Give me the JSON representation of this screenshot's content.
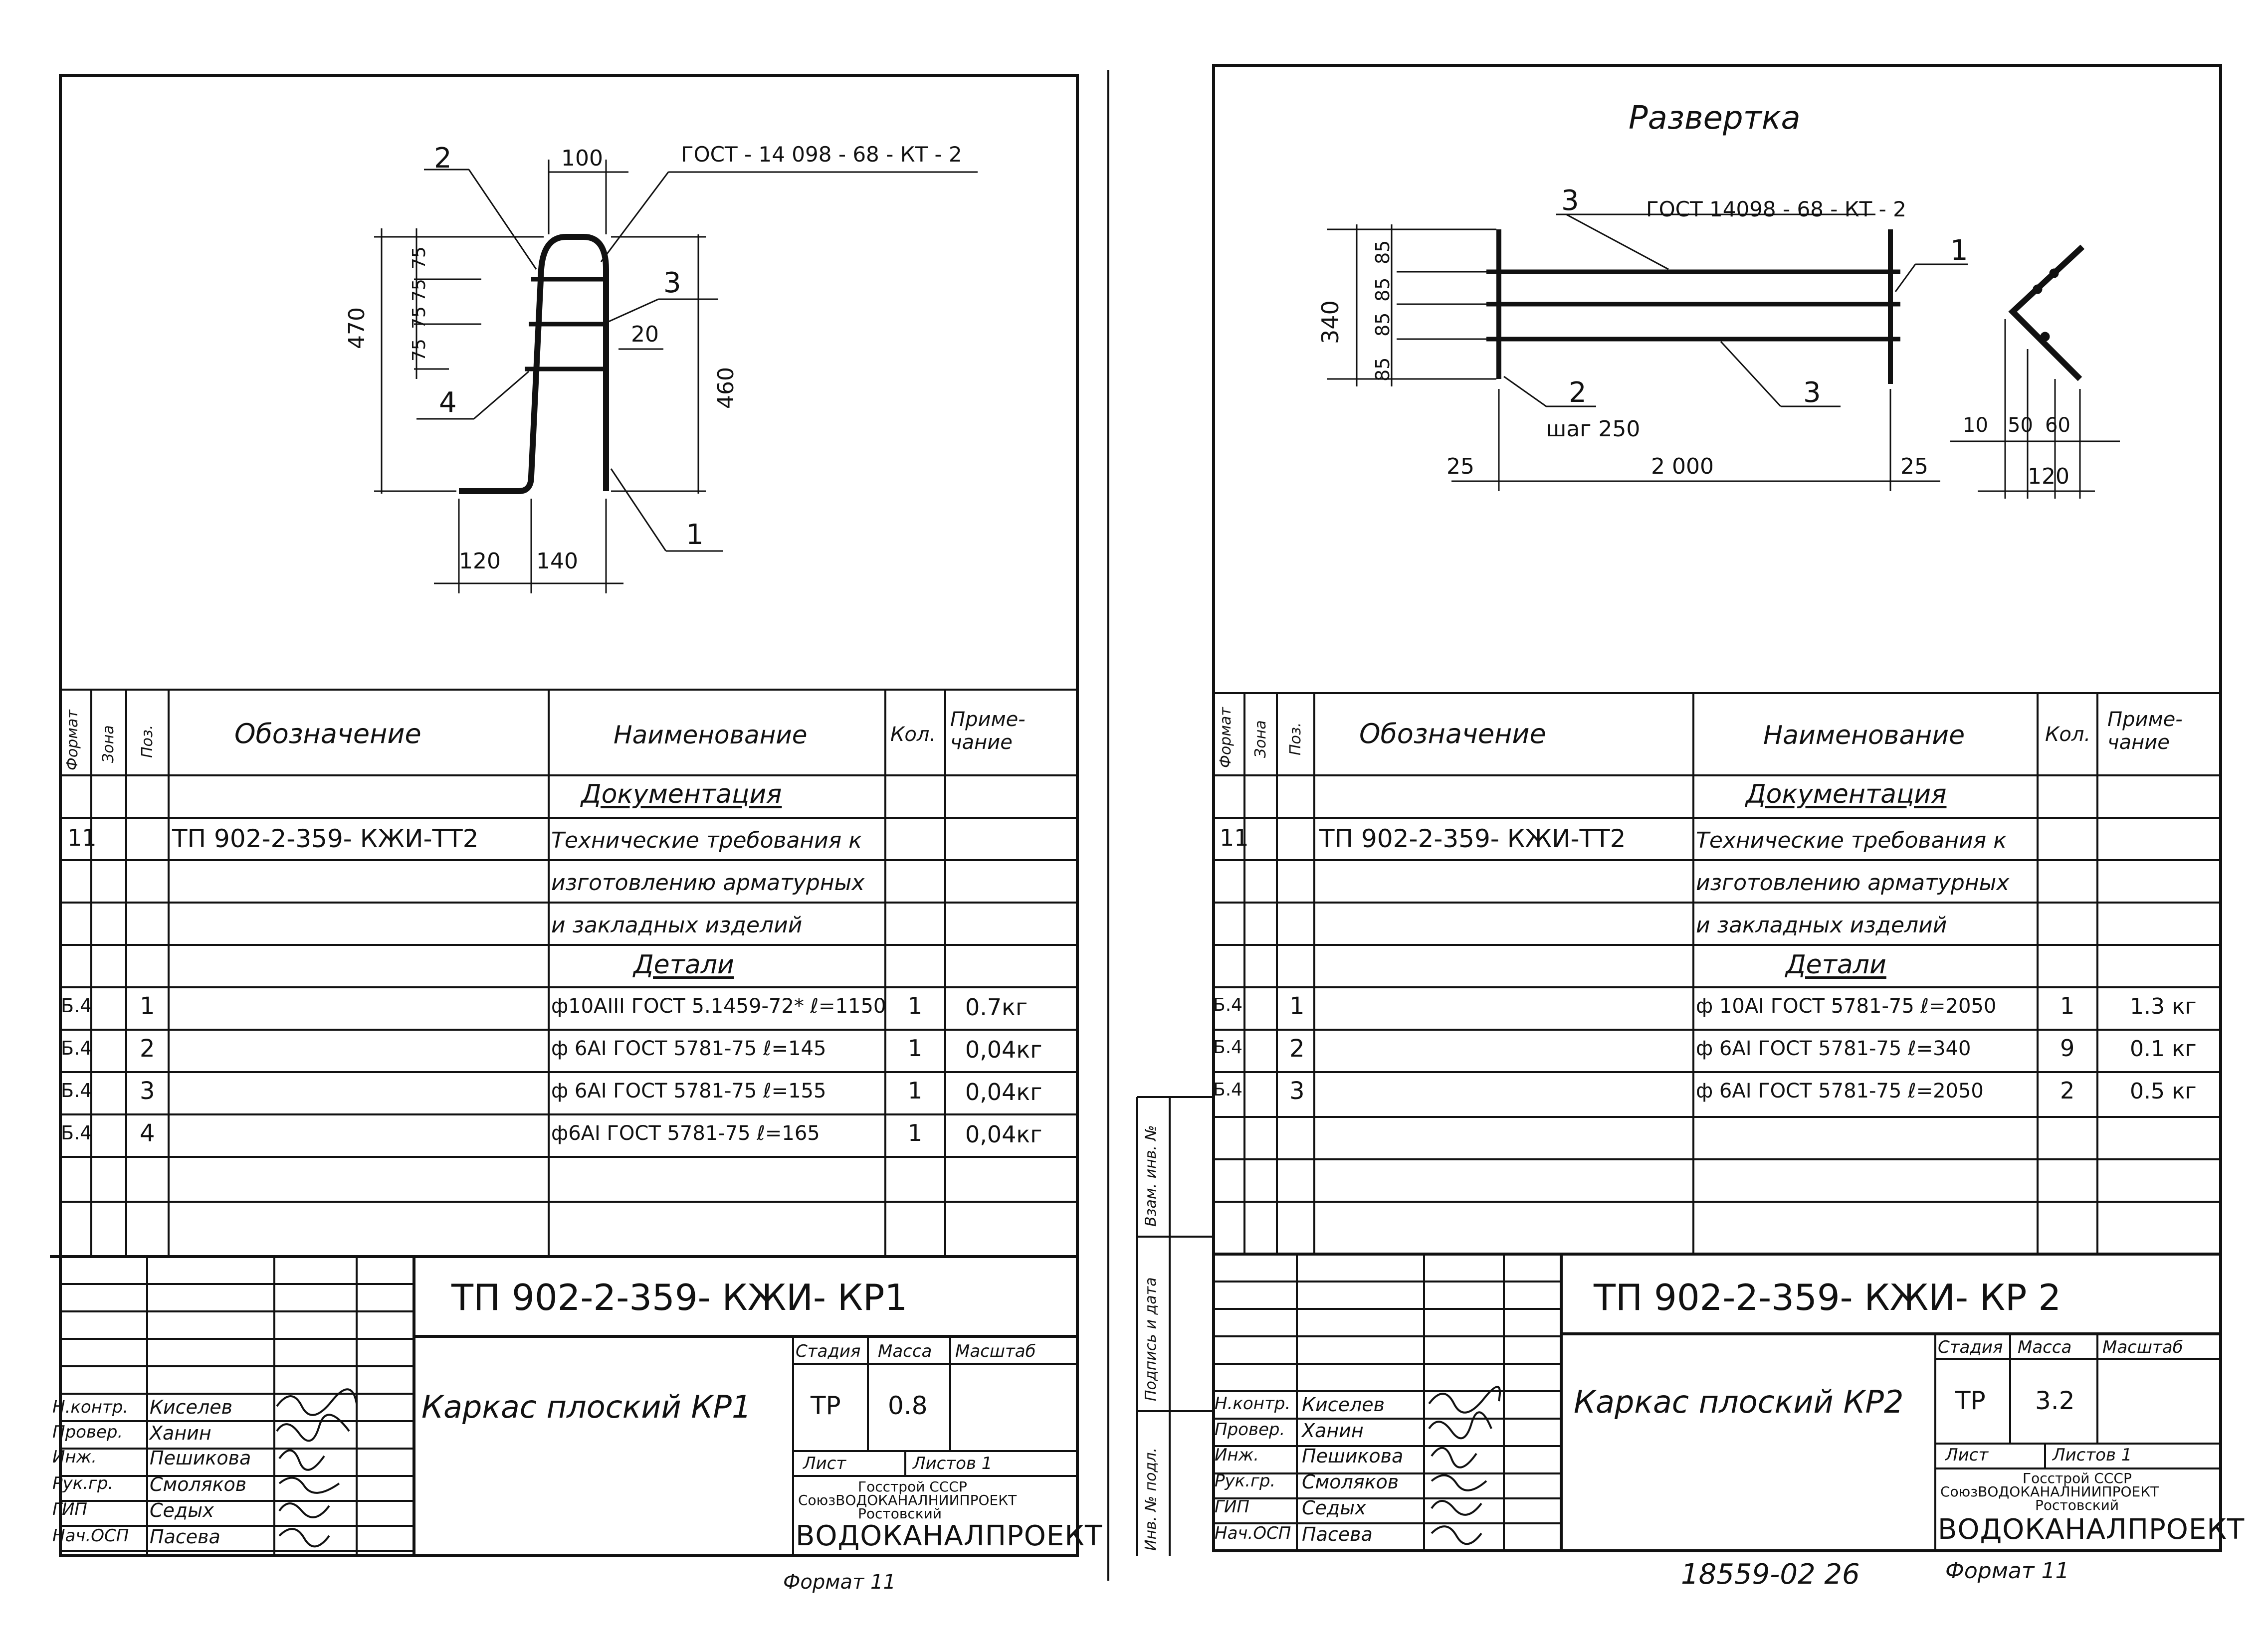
{
  "left": {
    "drawing": {
      "gost": "ГОСТ - 14 098 - 68 - КТ - 2",
      "dims": {
        "top": "100",
        "h470": "470",
        "h460": "460",
        "s75a": "75",
        "s75b": "75",
        "s75c": "75",
        "s75d": "75",
        "s75e": "75",
        "b120": "120",
        "b140": "140",
        "d20": "20"
      },
      "pos": {
        "p1": "1",
        "p2": "2",
        "p3": "3",
        "p4": "4"
      }
    },
    "table": {
      "headers": {
        "format": "Формат",
        "zone": "Зона",
        "pos": "Поз.",
        "designation": "Обозначение",
        "name": "Наименование",
        "qty": "Кол.",
        "note": "Приме-\nчание"
      },
      "section_docs": "Документация",
      "doc_row": {
        "format": "11",
        "designation": "ТП 902-2-359-  КЖИ-ТТ2",
        "name_lines": [
          "Технические требования к",
          "изготовлению арматурных",
          "и закладных изделий"
        ]
      },
      "section_parts": "Детали",
      "rows": [
        {
          "format": "Б.4",
          "pos": "1",
          "name": "ф10АIII  ГОСТ 5.1459-72* ℓ=1150",
          "qty": "1",
          "note": "0.7кг"
        },
        {
          "format": "Б.4",
          "pos": "2",
          "name": "ф 6АI  ГОСТ 5781-75  ℓ=145",
          "qty": "1",
          "note": "0,04кг"
        },
        {
          "format": "Б.4",
          "pos": "3",
          "name": "ф 6АI  ГОСТ 5781-75  ℓ=155",
          "qty": "1",
          "note": "0,04кг"
        },
        {
          "format": "Б.4",
          "pos": "4",
          "name": "ф6АI ГОСТ 5781-75  ℓ=165",
          "qty": "1",
          "note": "0,04кг"
        }
      ]
    },
    "title_block": {
      "code": "ТП 902-2-359-   КЖИ- КР1",
      "item_name": "Каркас плоский КР1",
      "stage_label": "Стадия",
      "mass_label": "Масса",
      "scale_label": "Масштаб",
      "stage": "ТР",
      "mass": "0.8",
      "sheet_label": "Лист",
      "sheets_label": "Листов 1",
      "org_lines": [
        "Госстрой СССР",
        "СоюзВОДОКАНАЛНИИПРОЕКТ",
        "Ростовский"
      ],
      "org_big": "ВОДОКАНАЛПРОЕКТ",
      "roles": [
        "Н.контр.",
        "Провер.",
        "Инж.",
        "Рук.гр.",
        "ГИП",
        "Нач.ОСП"
      ],
      "names": [
        "Киселев",
        "Ханин",
        "Пешикова",
        "Смоляков",
        "Седых",
        "Пасева"
      ]
    },
    "format_footer": "Формат 11"
  },
  "right": {
    "title": "Развертка",
    "drawing": {
      "gost": "ГОСТ 14098 - 68 - КТ - 2",
      "dims": {
        "h340": "340",
        "s85a": "85",
        "s85b": "85",
        "s85c": "85",
        "s85d": "85",
        "left25": "25",
        "len2000": "2 000",
        "right25": "25",
        "step": "шаг 250",
        "d10": "10",
        "d50": "50",
        "d60": "60",
        "d120": "120"
      },
      "pos": {
        "p1": "1",
        "p2": "2",
        "p3a": "3",
        "p3b": "3"
      }
    },
    "table": {
      "headers": {
        "format": "Формат",
        "zone": "Зона",
        "pos": "Поз.",
        "designation": "Обозначение",
        "name": "Наименование",
        "qty": "Кол.",
        "note": "Приме-\nчание"
      },
      "section_docs": "Документация",
      "doc_row": {
        "format": "11",
        "designation": "ТП   902-2-359-  КЖИ-ТТ2",
        "name_lines": [
          "Технические требования к",
          "изготовлению арматурных",
          "и закладных изделий"
        ]
      },
      "section_parts": "Детали",
      "rows": [
        {
          "format": "Б.4",
          "pos": "1",
          "name": "ф 10АI  ГОСТ 5781-75   ℓ=2050",
          "qty": "1",
          "note": "1.3 кг"
        },
        {
          "format": "Б.4",
          "pos": "2",
          "name": "ф 6АI  ГОСТ 5781-75   ℓ=340",
          "qty": "9",
          "note": "0.1 кг"
        },
        {
          "format": "Б.4",
          "pos": "3",
          "name": "ф 6АI  ГОСТ 5781-75   ℓ=2050",
          "qty": "2",
          "note": "0.5 кг"
        }
      ]
    },
    "title_block": {
      "code": "ТП  902-2-359-   КЖИ- КР 2",
      "item_name": "Каркас плоский  КР2",
      "stage_label": "Стадия",
      "mass_label": "Масса",
      "scale_label": "Масштаб",
      "stage": "ТР",
      "mass": "3.2",
      "sheet_label": "Лист",
      "sheets_label": "Листов 1",
      "org_lines": [
        "Госстрой СССР",
        "СоюзВОДОКАНАЛНИИПРОЕКТ",
        "Ростовский"
      ],
      "org_big": "ВОДОКАНАЛПРОЕКТ",
      "roles": [
        "Н.контр.",
        "Провер.",
        "Инж.",
        "Рук.гр.",
        "ГИП",
        "Нач.ОСП"
      ],
      "names": [
        "Киселев",
        "Ханин",
        "Пешикова",
        "Смоляков",
        "Седых",
        "Пасева"
      ]
    },
    "side_stamp": [
      "Инв. № подл.",
      "Подпись и дата",
      "Взам. инв. №"
    ],
    "footer_code": "18559-02  26",
    "format_footer": "Формат 11"
  }
}
